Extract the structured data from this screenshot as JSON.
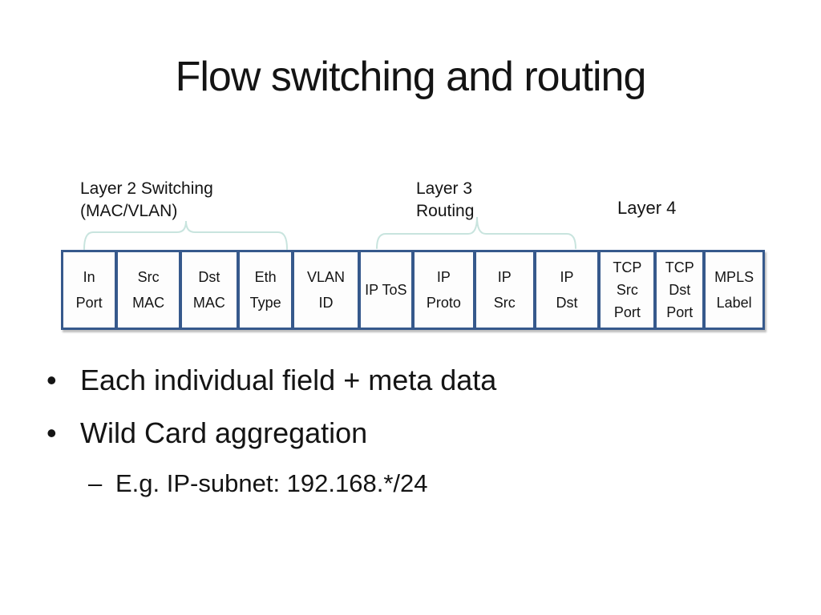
{
  "slide": {
    "title": "Flow switching and routing",
    "diagram": {
      "layer2_label_line1": "Layer 2 Switching",
      "layer2_label_line2": "(MAC/VLAN)",
      "layer3_label_line1": "Layer 3",
      "layer3_label_line2": "Routing",
      "layer4_label": "Layer 4",
      "fields": [
        {
          "name": "in-port",
          "lines": [
            "In",
            "Port"
          ]
        },
        {
          "name": "src-mac",
          "lines": [
            "Src",
            "MAC"
          ]
        },
        {
          "name": "dst-mac",
          "lines": [
            "Dst",
            "MAC"
          ]
        },
        {
          "name": "eth-type",
          "lines": [
            "Eth",
            "Type"
          ]
        },
        {
          "name": "vlan-id",
          "lines": [
            "VLAN",
            "ID"
          ]
        },
        {
          "name": "ip-tos",
          "lines": [
            "IP ToS"
          ]
        },
        {
          "name": "ip-proto",
          "lines": [
            "IP",
            "Proto"
          ]
        },
        {
          "name": "ip-src",
          "lines": [
            "IP",
            "Src"
          ]
        },
        {
          "name": "ip-dst",
          "lines": [
            "IP",
            "Dst"
          ]
        },
        {
          "name": "tcp-src-port",
          "lines": [
            "TCP",
            "Src",
            "Port"
          ]
        },
        {
          "name": "tcp-dst-port",
          "lines": [
            "TCP",
            "Dst",
            "Port"
          ]
        },
        {
          "name": "mpls-label",
          "lines": [
            "MPLS",
            "Label"
          ]
        }
      ]
    },
    "bullets": [
      {
        "level": 1,
        "marker": "•",
        "text": "Each individual field + meta data"
      },
      {
        "level": 1,
        "marker": "•",
        "text": "Wild Card aggregation"
      },
      {
        "level": 2,
        "marker": "–",
        "text": "E.g. IP-subnet: 192.168.*/24"
      }
    ],
    "colors": {
      "background": "#ffffff",
      "text": "#141414",
      "table_border": "#36598c",
      "brace": "#c8e4de"
    }
  }
}
